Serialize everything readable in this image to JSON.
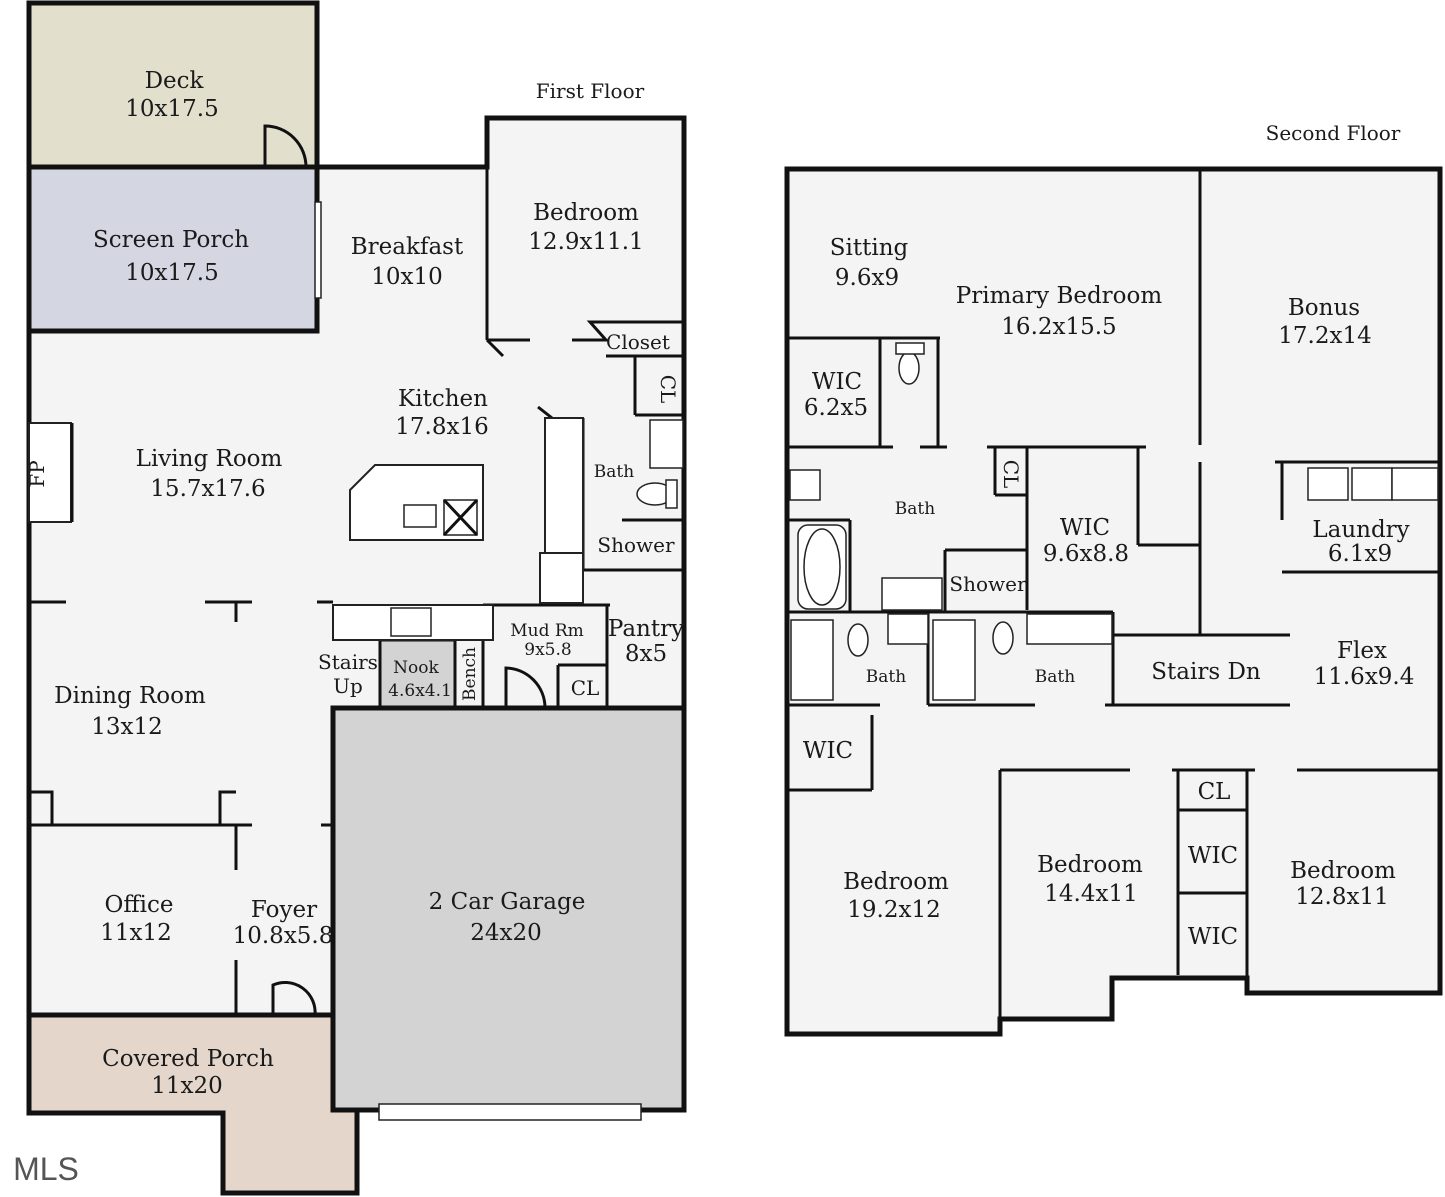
{
  "floors": {
    "first": {
      "title": "First Floor",
      "rooms": {
        "deck": {
          "name": "Deck",
          "dims": "10x17.5"
        },
        "screen_porch": {
          "name": "Screen Porch",
          "dims": "10x17.5"
        },
        "breakfast": {
          "name": "Breakfast",
          "dims": "10x10"
        },
        "bedroom": {
          "name": "Bedroom",
          "dims": "12.9x11.1"
        },
        "closet": {
          "name": "Closet"
        },
        "cl_upper": {
          "name": "CL"
        },
        "kitchen": {
          "name": "Kitchen",
          "dims": "17.8x16"
        },
        "living_room": {
          "name": "Living Room",
          "dims": "15.7x17.6"
        },
        "fireplace": {
          "name": "FP"
        },
        "bath": {
          "name": "Bath"
        },
        "shower": {
          "name": "Shower"
        },
        "dining_room": {
          "name": "Dining Room",
          "dims": "13x12"
        },
        "stairs_up": {
          "line1": "Stairs",
          "line2": "Up"
        },
        "nook": {
          "name": "Nook",
          "dims": "4.6x4.1"
        },
        "bench": {
          "name": "Bench"
        },
        "mud_room": {
          "name": "Mud Rm",
          "dims": "9x5.8"
        },
        "pantry": {
          "name": "Pantry",
          "dims": "8x5"
        },
        "cl_lower": {
          "name": "CL"
        },
        "office": {
          "name": "Office",
          "dims": "11x12"
        },
        "foyer": {
          "name": "Foyer",
          "dims": "10.8x5.8"
        },
        "garage": {
          "name": "2 Car Garage",
          "dims": "24x20"
        },
        "covered_porch": {
          "name": "Covered Porch",
          "dims": "11x20"
        }
      }
    },
    "second": {
      "title": "Second Floor",
      "rooms": {
        "sitting": {
          "name": "Sitting",
          "dims": "9.6x9"
        },
        "primary_bedroom": {
          "name": "Primary Bedroom",
          "dims": "16.2x15.5"
        },
        "bonus": {
          "name": "Bonus",
          "dims": "17.2x14"
        },
        "wic_primary": {
          "name": "WIC",
          "dims": "6.2x5"
        },
        "bath_primary": {
          "name": "Bath"
        },
        "cl": {
          "name": "CL"
        },
        "wic_large": {
          "name": "WIC",
          "dims": "9.6x8.8"
        },
        "laundry": {
          "name": "Laundry",
          "dims": "6.1x9"
        },
        "shower": {
          "name": "Shower"
        },
        "bath_left": {
          "name": "Bath"
        },
        "bath_right": {
          "name": "Bath"
        },
        "stairs_dn": {
          "name": "Stairs Dn"
        },
        "flex": {
          "name": "Flex",
          "dims": "11.6x9.4"
        },
        "wic_left": {
          "name": "WIC"
        },
        "cl_center": {
          "name": "CL"
        },
        "wic_center_top": {
          "name": "WIC"
        },
        "wic_center_bottom": {
          "name": "WIC"
        },
        "bedroom_1": {
          "name": "Bedroom",
          "dims": "19.2x12"
        },
        "bedroom_2": {
          "name": "Bedroom",
          "dims": "14.4x11"
        },
        "bedroom_3": {
          "name": "Bedroom",
          "dims": "12.8x11"
        }
      }
    }
  },
  "watermark": "MLS",
  "colors": {
    "deck": "#e3dfcd",
    "screen_porch": "#d4d6e1",
    "interior": "#f4f4f4",
    "garage": "#d3d3d3",
    "covered_porch": "#e5d6cc",
    "wall": "#111111"
  }
}
